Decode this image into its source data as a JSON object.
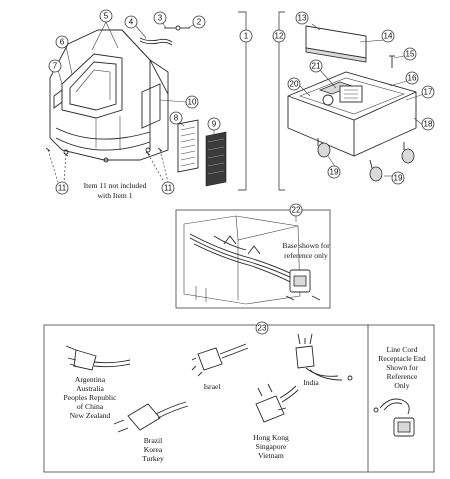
{
  "callouts": {
    "c1": "1",
    "c2": "2",
    "c3": "3",
    "c4": "4",
    "c5": "5",
    "c6": "6",
    "c7": "7",
    "c8": "8",
    "c9": "9",
    "c10": "10",
    "c11a": "11",
    "c11b": "11",
    "c12": "12",
    "c13": "13",
    "c14": "14",
    "c15": "15",
    "c16": "16",
    "c17": "17",
    "c18": "18",
    "c19a": "19",
    "c19b": "19",
    "c20": "20",
    "c21": "21",
    "c22": "22",
    "c23": "23"
  },
  "notes": {
    "item11": [
      "Item 11 not included",
      "with Item 1"
    ],
    "base_ref": [
      "Base shown for",
      "reference only"
    ],
    "line_cord": [
      "Line Cord",
      "Receptacle End",
      "Shown for",
      "Reference",
      "Only"
    ]
  },
  "plug_regions": {
    "argentina": [
      "Argentina",
      "Australia",
      "Peoples Republic",
      "of China",
      "New Zealand"
    ],
    "israel": [
      "Israel"
    ],
    "india": [
      "India"
    ],
    "brazil": [
      "Brazil",
      "Korea",
      "Turkey"
    ],
    "hongkong": [
      "Hong Kong",
      "Singapore",
      "Vietnam"
    ]
  }
}
